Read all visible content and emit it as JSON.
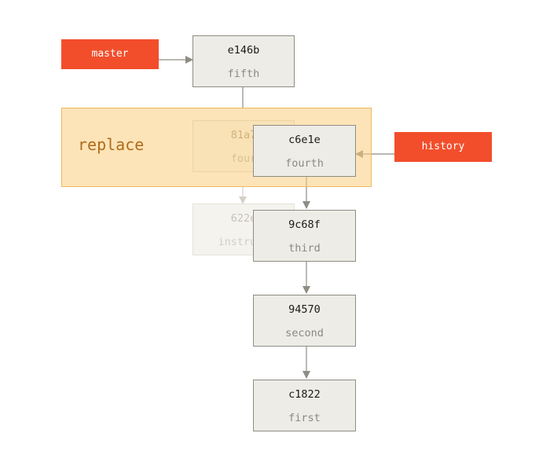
{
  "diagram": {
    "replace_label": "replace",
    "branches": {
      "master": "master",
      "history": "history"
    },
    "commits": {
      "e146b": {
        "hash": "e146b",
        "message": "fifth"
      },
      "81a70": {
        "hash": "81a7",
        "message": "four"
      },
      "622e": {
        "hash": "622e",
        "message": "instruct"
      },
      "c6e1e": {
        "hash": "c6e1e",
        "message": "fourth"
      },
      "9c68f": {
        "hash": "9c68f",
        "message": "third"
      },
      "94570": {
        "hash": "94570",
        "message": "second"
      },
      "c1822": {
        "hash": "c1822",
        "message": "first"
      }
    },
    "colors": {
      "branch": "#f24e2b",
      "replace_fill": "#fbd9a0",
      "replace_border": "#f0b95a",
      "replace_text": "#b06b1a",
      "commit_fill": "#edece6",
      "commit_border": "#8e8c84",
      "arrow": "#8e8c84"
    }
  }
}
